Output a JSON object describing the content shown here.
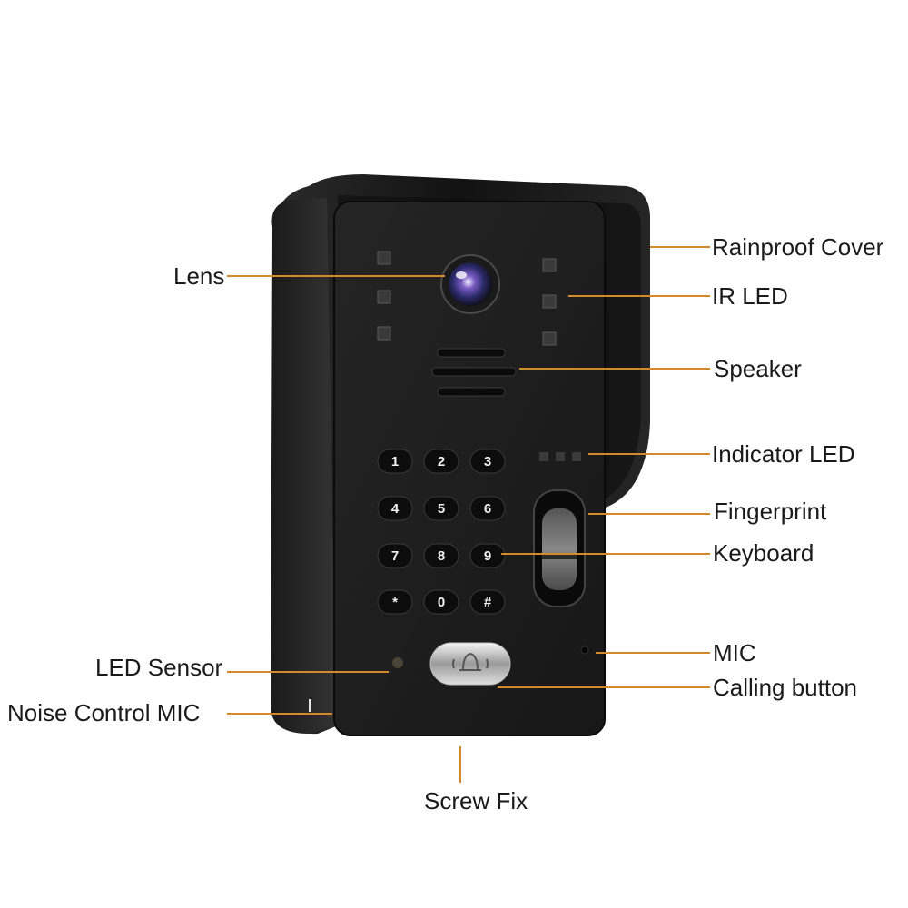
{
  "callouts": {
    "lens": "Lens",
    "rainproof_cover": "Rainproof Cover",
    "ir_led": "IR LED",
    "speaker": "Speaker",
    "indicator_led": "Indicator LED",
    "fingerprint": "Fingerprint",
    "keyboard": "Keyboard",
    "mic": "MIC",
    "led_sensor": "LED Sensor",
    "calling_button": "Calling button",
    "noise_control_mic": "Noise Control MIC",
    "screw_fix": "Screw Fix"
  },
  "keypad": {
    "keys": [
      "1",
      "2",
      "3",
      "4",
      "5",
      "6",
      "7",
      "8",
      "9",
      "*",
      "0",
      "#"
    ]
  },
  "colors": {
    "leader_line": "#d4892a",
    "device_body": "#141414",
    "face_plate": "#1f1f1f",
    "key_fill": "#0c0c0c"
  },
  "icons": {
    "call_button_icon": "bell-icon"
  }
}
